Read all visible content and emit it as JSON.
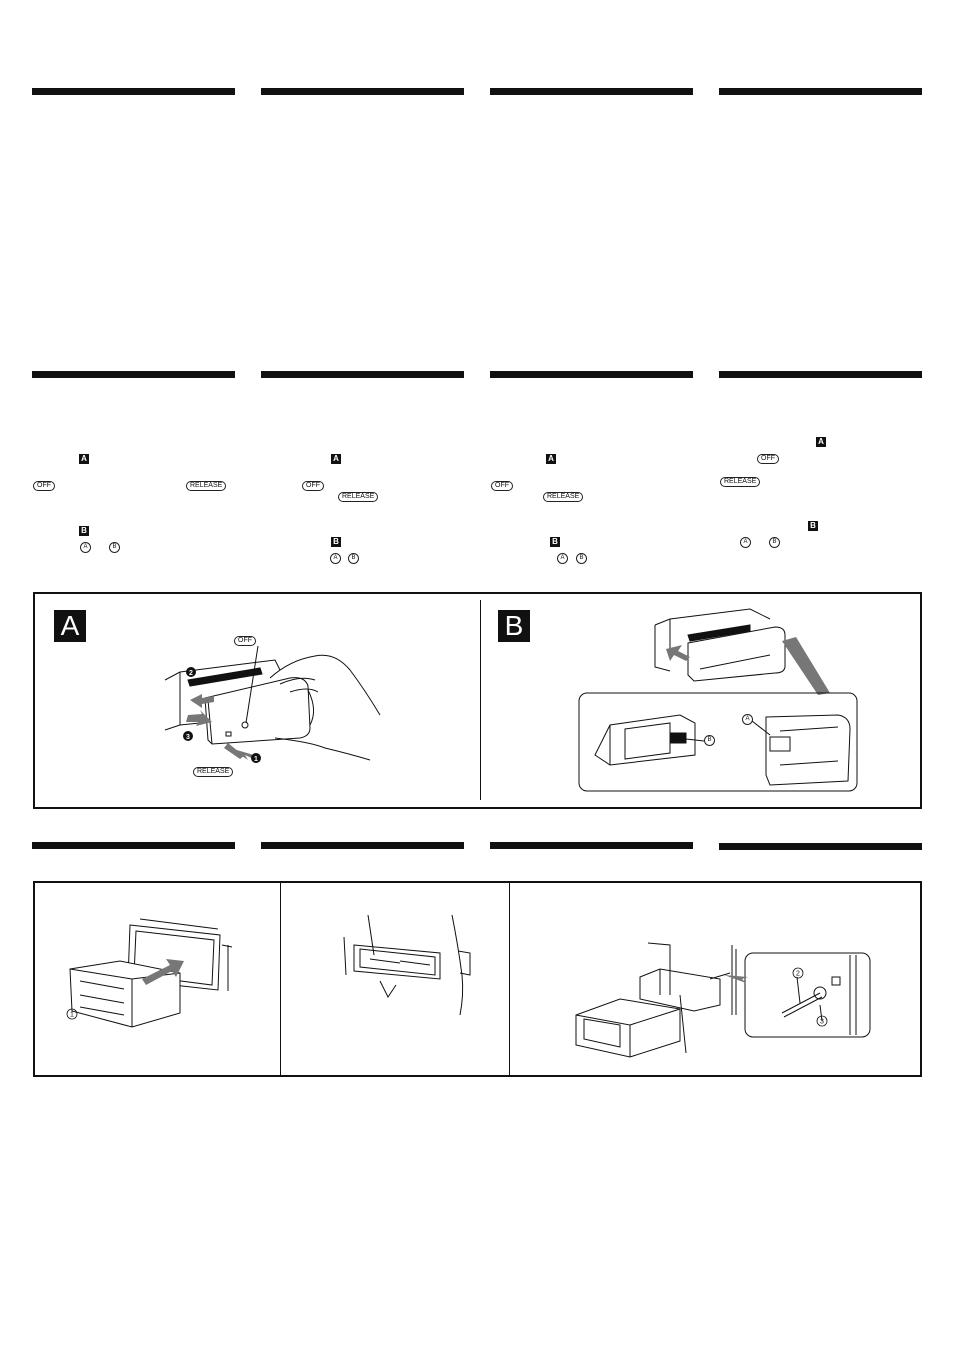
{
  "labels": {
    "off": "OFF",
    "release": "RELEASE",
    "a": "A",
    "b": "B",
    "circ_a": "A",
    "circ_b": "B",
    "n1": "1",
    "n2": "2",
    "n3": "3"
  },
  "colors": {
    "ink": "#111111",
    "arrow": "#777777",
    "paper": "#ffffff"
  }
}
